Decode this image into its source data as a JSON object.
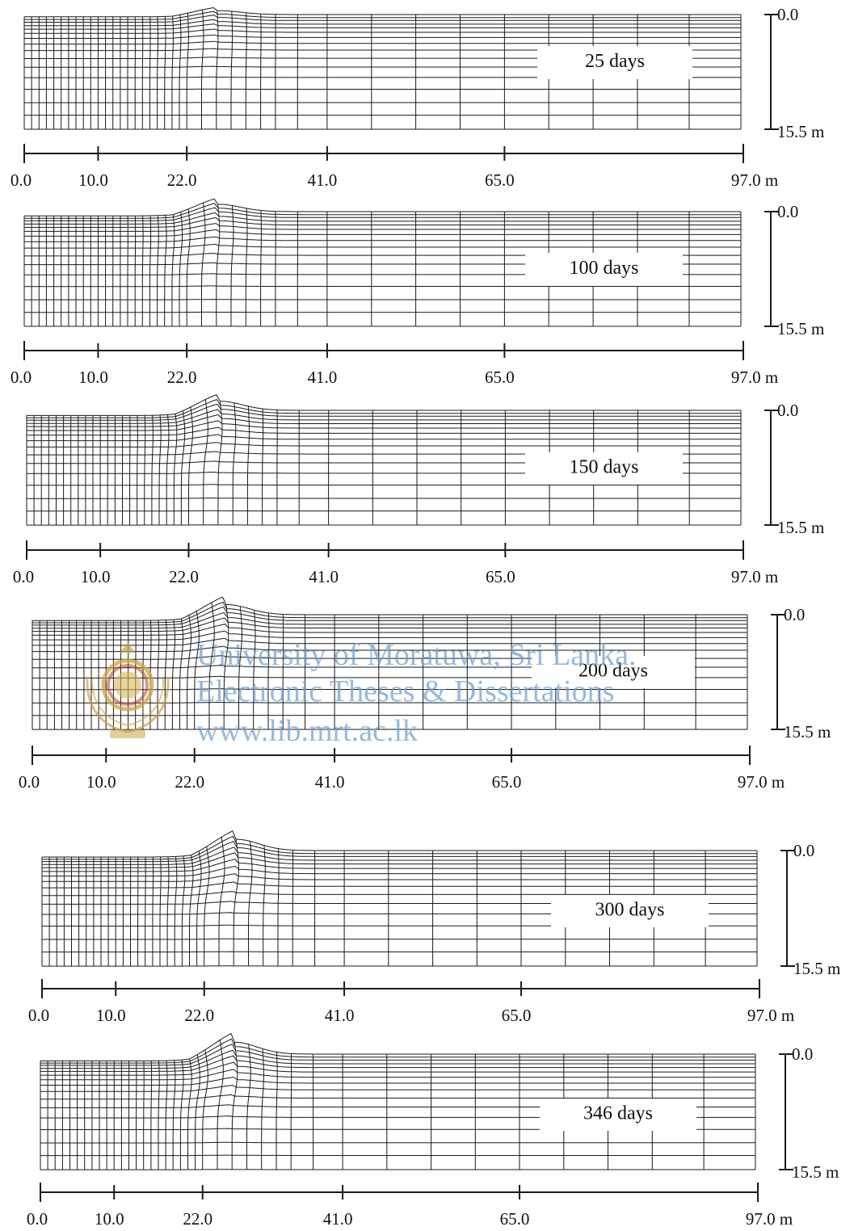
{
  "panels": [
    {
      "day_label": "25 days",
      "depth_top": "0.0",
      "depth_bottom": "15.5 m"
    },
    {
      "day_label": "100 days",
      "depth_top": "0.0",
      "depth_bottom": "15.5 m"
    },
    {
      "day_label": "150 days",
      "depth_top": "0.0",
      "depth_bottom": "15.5 m"
    },
    {
      "day_label": "200 days",
      "depth_top": "0.0",
      "depth_bottom": "15.5 m"
    },
    {
      "day_label": "300 days",
      "depth_top": "0.0",
      "depth_bottom": "15.5 m"
    },
    {
      "day_label": "346 days",
      "depth_top": "0.0",
      "depth_bottom": "15.5 m"
    }
  ],
  "scale_ticks": [
    {
      "value": 0.0,
      "label": "0.0"
    },
    {
      "value": 10.0,
      "label": "10.0"
    },
    {
      "value": 22.0,
      "label": "22.0"
    },
    {
      "value": 41.0,
      "label": "41.0"
    },
    {
      "value": 65.0,
      "label": "65.0"
    },
    {
      "value": 97.0,
      "label": "97.0 m"
    }
  ],
  "watermark": {
    "line1": "University of Moratuwa, Sri Lanka.",
    "line2": "Electronic Theses & Dissertations",
    "line3": "www.lib.mrt.ac.lk"
  },
  "colors": {
    "mesh": "#1a1a1a",
    "watermark_text": "#6f9fd0",
    "seal_gold": "#c9a441",
    "seal_red": "#b5452c"
  }
}
